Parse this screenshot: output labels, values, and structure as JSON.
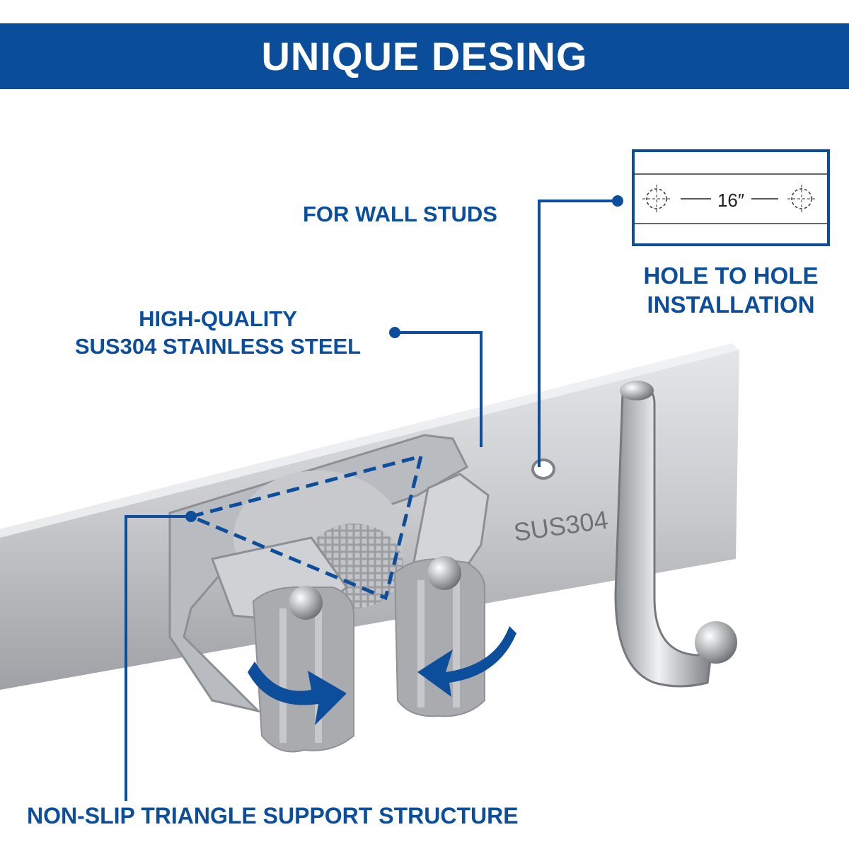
{
  "header": {
    "title": "UNIQUE DESING"
  },
  "callouts": {
    "wall_studs": "FOR WALL STUDS",
    "hole_to_hole": [
      "HOLE TO HOLE",
      "INSTALLATION"
    ],
    "steel": [
      "HIGH-QUALITY",
      "SUS304 STAINLESS STEEL"
    ],
    "triangle": "NON-SLIP TRIANGLE SUPPORT STRUCTURE"
  },
  "diagram": {
    "spacing": "16″"
  },
  "product": {
    "engraving": "SUS304"
  },
  "colors": {
    "brand_blue": "#0a4d9a",
    "steel": "#c9cbce",
    "grip_gray": "#a9abae"
  }
}
